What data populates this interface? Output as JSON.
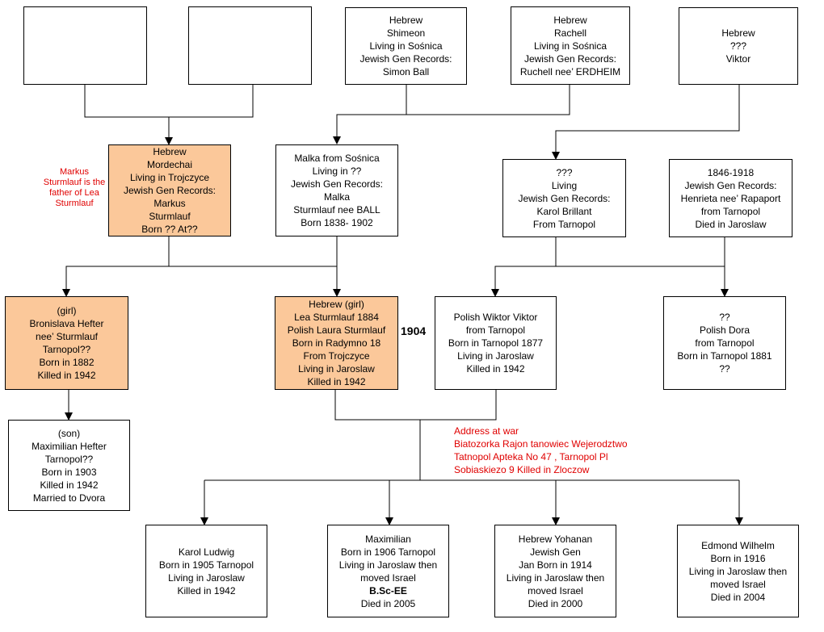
{
  "people": {
    "empty_left": [],
    "empty_right": [],
    "shimeon": [
      "Hebrew",
      "Shimeon",
      "Living in Sośnica",
      "Jewish Gen Records:",
      "Simon Ball"
    ],
    "rachell": [
      "Hebrew",
      "Rachell",
      "Living in  Sośnica",
      "Jewish Gen Records:",
      "Ruchell nee’ ERDHEIM"
    ],
    "viktor": [
      "Hebrew",
      "???",
      "Viktor"
    ],
    "mordechai": [
      "Hebrew",
      "Mordechai",
      "Living in Trojczyce",
      "Jewish Gen Records:",
      "Markus",
      "Sturmlauf",
      "Born ?? At??"
    ],
    "malka": [
      "Malka from Sośnica",
      "Living in ??",
      "Jewish Gen Records:",
      "Malka",
      "Sturmlauf nee BALL",
      "Born 1838- 1902"
    ],
    "karol_brillant": [
      "???",
      "Living",
      "Jewish Gen Records:",
      "Karol Brillant",
      "From Tarnopol"
    ],
    "henrieta": [
      "1846-1918",
      "Jewish Gen Records:",
      "Henrieta nee’ Rapaport",
      "from Tarnopol",
      "Died in Jaroslaw"
    ],
    "bronislava": [
      "(girl)",
      "Bronislava Hefter",
      "nee’ Sturmlauf",
      "Tarnopol??",
      "Born in 1882",
      "Killed in 1942"
    ],
    "lea": [
      "Hebrew (girl)",
      "Lea Sturmlauf 1884",
      "Polish Laura Sturmlauf",
      "Born in Radymno 18",
      "From Trojczyce",
      "Living in Jaroslaw",
      "Killed in 1942"
    ],
    "wiktor": [
      "Polish Wiktor Viktor",
      "from Tarnopol",
      "Born in Tarnopol 1877",
      "Living in Jaroslaw",
      "Killed in 1942"
    ],
    "dora": [
      "??",
      "Polish Dora",
      "from Tarnopol",
      "Born in Tarnopol 1881",
      "??"
    ],
    "maximilian_hefter": [
      "(son)",
      "Maximilian Hefter",
      "Tarnopol??",
      "Born in 1903",
      "Killed in 1942",
      "Married to Dvora"
    ],
    "karol_ludwig": [
      "Karol Ludwig",
      "Born in 1905 Tarnopol",
      "Living in Jaroslaw",
      "Killed in 1942"
    ],
    "maximilian": [
      "Maximilian",
      "Born in 1906 Tarnopol",
      "Living in Jaroslaw then",
      "moved Israel",
      "B.Sc-EE",
      "Died in 2005"
    ],
    "yohanan": [
      "Hebrew Yohanan",
      "Jewish  Gen",
      "Jan Born in 1914",
      "Living in Jaroslaw then",
      "moved Israel",
      "Died in 2000"
    ],
    "edmond": [
      "Edmond Wilhelm",
      "Born in 1916",
      "Living in Jaroslaw then",
      "moved Israel",
      "Died in 2004"
    ]
  },
  "bold_lines": {
    "maximilian": [
      4
    ]
  },
  "note_markus": [
    "Markus",
    "Sturmlauf is the",
    "father of Lea",
    "Sturmlauf"
  ],
  "marriage_year": "1904",
  "address": [
    "Address at war",
    "Biatozorka Rajon tanowiec Wejerodztwo",
    "Tatnopol Apteka No 47 , Tarnopol Pl",
    "Sobiaskiezo 9 Killed in Zloczow"
  ],
  "colors": {
    "highlight_fill": "#fbc89a",
    "note_text": "#e00000",
    "line": "#000000"
  }
}
